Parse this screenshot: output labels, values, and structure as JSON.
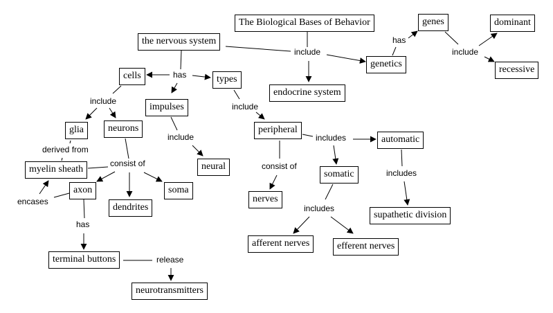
{
  "title": "The Biological Bases of Behavior",
  "nodes": {
    "bbb": "The Biological Bases of Behavior",
    "ns": "the nervous system",
    "genetics": "genetics",
    "genes": "genes",
    "dominant": "dominant",
    "recessive": "recessive",
    "endocrine": "endocrine system",
    "cells": "cells",
    "types": "types",
    "impulses": "impulses",
    "glia": "glia",
    "neurons": "neurons",
    "myelin": "myelin sheath",
    "axon": "axon",
    "dendrites": "dendrites",
    "soma": "soma",
    "neural": "neural",
    "terminal": "terminal buttons",
    "neurotransmitters": "neurotransmitters",
    "peripheral": "peripheral",
    "nerves": "nerves",
    "somatic": "somatic",
    "automatic": "automatic",
    "supathetic": "supathetic division",
    "afferent": "afferent nerves",
    "efferent": "efferent nerves"
  },
  "labels": {
    "include_top": "include",
    "has_genes": "has",
    "include_genes": "include",
    "has_ns": "has",
    "include_cells": "include",
    "include_types": "include",
    "include_impulses": "include",
    "derived_from": "derived from",
    "consist_of_neurons": "consist of",
    "encases": "encases",
    "has_axon": "has",
    "release": "release",
    "includes_peripheral": "includes",
    "consist_of_peripheral": "consist of",
    "includes_somatic": "includes",
    "includes_automatic": "includes"
  }
}
